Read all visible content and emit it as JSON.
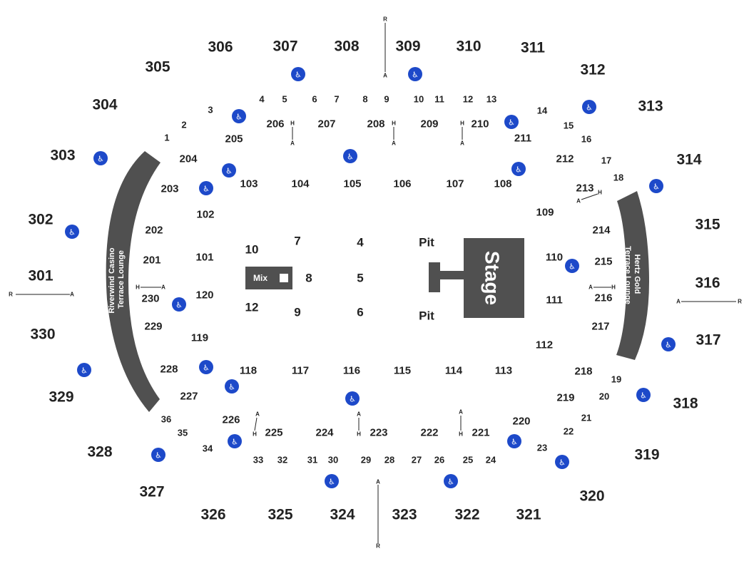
{
  "sections_300": [
    "301",
    "302",
    "303",
    "304",
    "305",
    "306",
    "307",
    "308",
    "309",
    "310",
    "311",
    "312",
    "313",
    "314",
    "315",
    "316",
    "317",
    "318",
    "319",
    "320",
    "321",
    "322",
    "323",
    "324",
    "325",
    "326",
    "327",
    "328",
    "329",
    "330"
  ],
  "sections_200": [
    "201",
    "202",
    "203",
    "204",
    "205",
    "206",
    "207",
    "208",
    "209",
    "210",
    "211",
    "212",
    "213",
    "214",
    "215",
    "216",
    "217",
    "218",
    "219",
    "220",
    "221",
    "222",
    "223",
    "224",
    "225",
    "226",
    "227",
    "228",
    "229",
    "230"
  ],
  "sections_100": [
    "101",
    "102",
    "103",
    "104",
    "105",
    "106",
    "107",
    "108",
    "109",
    "110",
    "111",
    "112",
    "113",
    "114",
    "115",
    "116",
    "117",
    "118",
    "119",
    "120"
  ],
  "row_markers": [
    "1",
    "2",
    "3",
    "4",
    "5",
    "6",
    "7",
    "8",
    "9",
    "10",
    "11",
    "12",
    "13",
    "14",
    "15",
    "16",
    "17",
    "18",
    "19",
    "20",
    "21",
    "22",
    "23",
    "24",
    "25",
    "26",
    "27",
    "28",
    "29",
    "30",
    "31",
    "32",
    "33",
    "34",
    "35",
    "36"
  ],
  "floor_sections": [
    "4",
    "5",
    "6",
    "7",
    "8",
    "9",
    "10",
    "12"
  ],
  "pit_labels": [
    "Pit",
    "Pit"
  ],
  "stage_label": "Stage",
  "mix_label": "Mix",
  "lounge_left": {
    "line1": "Riverwind Casino",
    "line2": "Terrace Lounge"
  },
  "lounge_right": {
    "line1": "Hertz Gold",
    "line2": "Terrace Lounge"
  },
  "aisle_letters": {
    "r": "R",
    "a": "A",
    "h": "H"
  },
  "accessible_icon": "wheelchair-icon",
  "accessible_glyph": "♿",
  "colors": {
    "structure": "#505050",
    "accessible": "#1d49c9",
    "text": "#222222"
  }
}
